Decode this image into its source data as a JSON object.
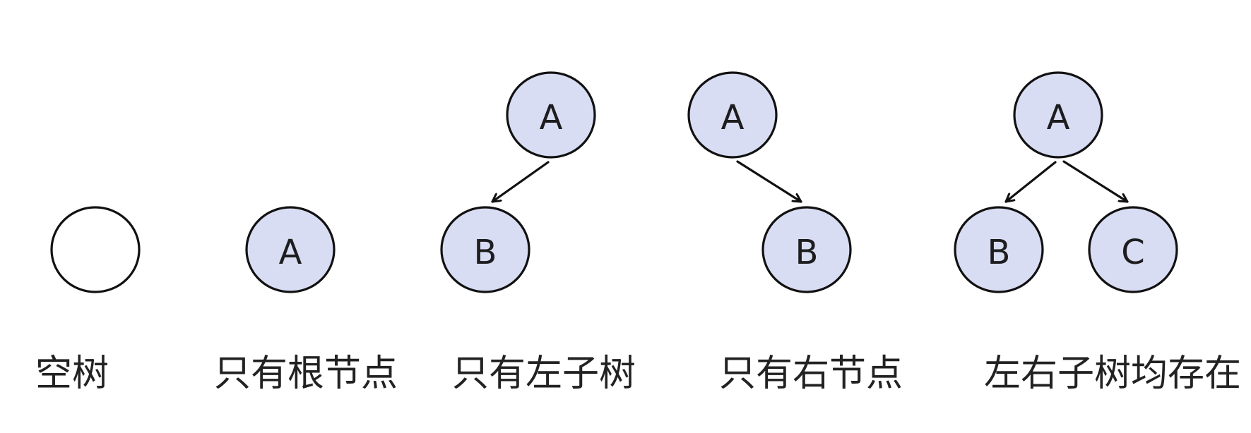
{
  "colors": {
    "node_fill": "#d9ddf3",
    "empty_fill": "#ffffff",
    "stroke": "#111111",
    "text": "#222222"
  },
  "trees": [
    {
      "caption": "空树",
      "nodes": [
        {
          "label": ""
        }
      ]
    },
    {
      "caption": "只有根节点",
      "nodes": [
        {
          "label": "A"
        }
      ]
    },
    {
      "caption": "只有左子树",
      "nodes": [
        {
          "label": "A"
        },
        {
          "label": "B"
        }
      ],
      "edges": [
        [
          "A",
          "B"
        ]
      ]
    },
    {
      "caption": "只有右节点",
      "nodes": [
        {
          "label": "A"
        },
        {
          "label": "B"
        }
      ],
      "edges": [
        [
          "A",
          "B"
        ]
      ]
    },
    {
      "caption": "左右子树均存在",
      "nodes": [
        {
          "label": "A"
        },
        {
          "label": "B"
        },
        {
          "label": "C"
        }
      ],
      "edges": [
        [
          "A",
          "B"
        ],
        [
          "A",
          "C"
        ]
      ]
    }
  ]
}
